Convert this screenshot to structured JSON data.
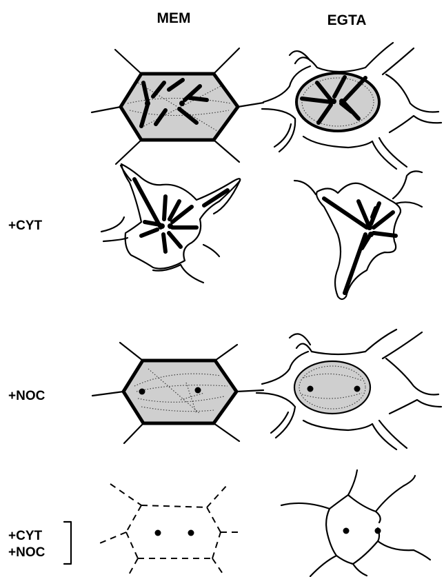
{
  "columns": [
    "MEM",
    "EGTA"
  ],
  "rows": [
    {
      "label_lines": [
        ""
      ]
    },
    {
      "label_lines": [
        "+CYT"
      ]
    },
    {
      "label_lines": [
        "+NOC"
      ]
    },
    {
      "label_lines": [
        "+CYT",
        "+NOC"
      ]
    }
  ]
}
